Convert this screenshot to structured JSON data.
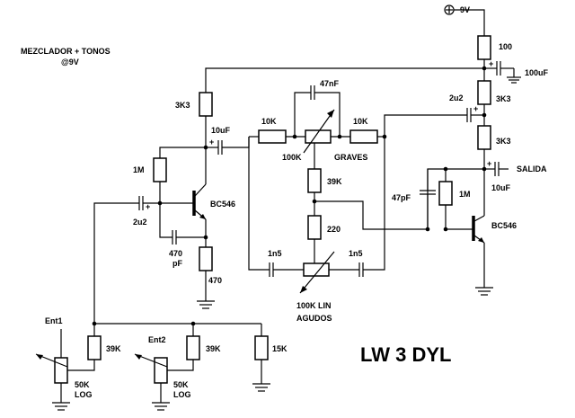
{
  "title": {
    "line1": "MEZCLADOR + TONOS",
    "line2": "@9V"
  },
  "brand": "LW 3 DYL",
  "supply": {
    "label": "9V"
  },
  "output": {
    "label": "SALIDA"
  },
  "inputs": [
    {
      "name": "Ent1",
      "pot": "50K",
      "taper": "LOG",
      "series_resistor": "39K"
    },
    {
      "name": "Ent2",
      "pot": "50K",
      "taper": "LOG",
      "series_resistor": "39K"
    }
  ],
  "components": {
    "r_supply": "100",
    "c_supply": "100uF",
    "r_3k3_left": "3K3",
    "c_10uf_a": "10uF",
    "r_1m_a": "1M",
    "c_2u2_in": "2u2",
    "c_470pf_value": "470",
    "c_470pf_unit": "pF",
    "r_470": "470",
    "q1": "BC546",
    "r_10k_left": "10K",
    "r_10k_right": "10K",
    "c_47nf": "47nF",
    "pot_bass_value": "100K",
    "pot_bass_name": "GRAVES",
    "r_39k_mid": "39K",
    "r_220": "220",
    "c_1n5_left": "1n5",
    "c_1n5_right": "1n5",
    "pot_treble_value": "100K LIN",
    "pot_treble_name": "AGUDOS",
    "c_2u2_out": "2u2",
    "r_3k3_upper": "3K3",
    "r_3k3_lower": "3K3",
    "c_10uf_out": "10uF",
    "c_47pf": "47pF",
    "r_1m_b": "1M",
    "q2": "BC546",
    "r_15k": "15K"
  }
}
